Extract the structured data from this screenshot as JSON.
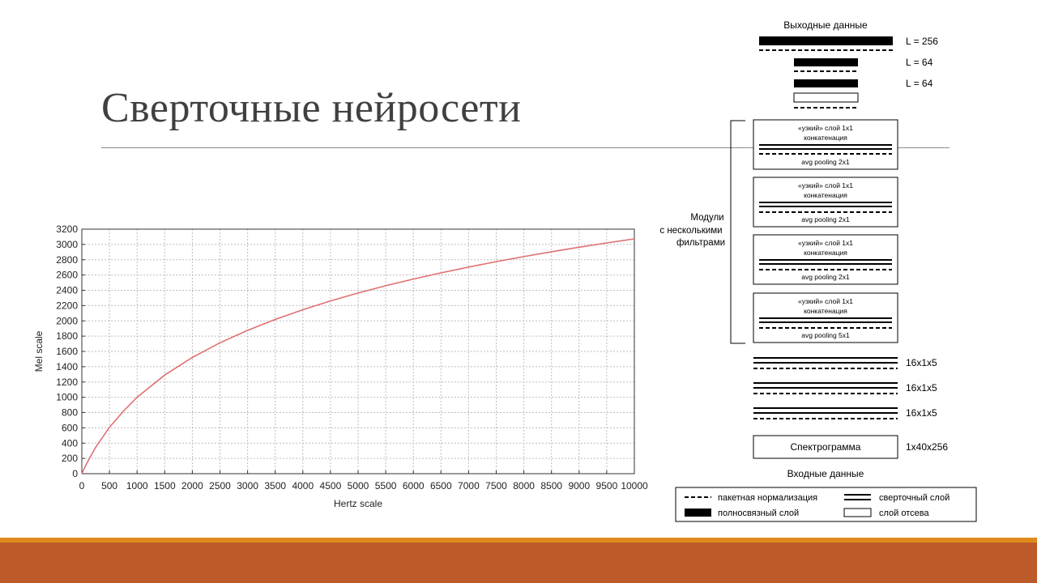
{
  "slide": {
    "title": "Сверточные нейросети",
    "footer_color": "#bc5a2a",
    "footer_accent": "#e08a1e"
  },
  "chart_data": {
    "type": "line",
    "title": "",
    "xlabel": "Hertz scale",
    "ylabel": "Mel scale",
    "xlim": [
      0,
      10000
    ],
    "ylim": [
      0,
      3200
    ],
    "xticks": [
      0,
      500,
      1000,
      1500,
      2000,
      2500,
      3000,
      3500,
      4000,
      4500,
      5000,
      5500,
      6000,
      6500,
      7000,
      7500,
      8000,
      8500,
      9000,
      9500,
      10000
    ],
    "yticks": [
      0,
      200,
      400,
      600,
      800,
      1000,
      1200,
      1400,
      1600,
      1800,
      2000,
      2200,
      2400,
      2600,
      2800,
      3000,
      3200
    ],
    "grid": true,
    "series": [
      {
        "color": "#e07070",
        "x": [
          0,
          100,
          250,
          500,
          750,
          1000,
          1500,
          2000,
          2500,
          3000,
          3500,
          4000,
          4500,
          5000,
          5500,
          6000,
          6500,
          7000,
          7500,
          8000,
          8500,
          9000,
          9500,
          10000
        ],
        "y": [
          0,
          150,
          344,
          607,
          816,
          1000,
          1291,
          1521,
          1713,
          1876,
          2019,
          2146,
          2261,
          2364,
          2459,
          2547,
          2628,
          2704,
          2775,
          2841,
          2904,
          2964,
          3020,
          3073
        ]
      }
    ]
  },
  "diagram": {
    "output_label": "Выходные данные",
    "input_label": "Входные данные",
    "dense_labels": [
      "L = 256",
      "L = 64",
      "L = 64"
    ],
    "modules_label": [
      "Модули",
      "с несколькими",
      "фильтрами"
    ],
    "modules": [
      {
        "top": "«узкий» слой 1x1",
        "mid": "конкатенация",
        "bottom": "avg pooling 2x1"
      },
      {
        "top": "«узкий» слой 1x1",
        "mid": "конкатенация",
        "bottom": "avg pooling 2x1"
      },
      {
        "top": "«узкий» слой 1x1",
        "mid": "конкатенация",
        "bottom": "avg pooling 2x1"
      },
      {
        "top": "«узкий» слой 1x1",
        "mid": "конкатенация",
        "bottom": "avg pooling 5x1"
      }
    ],
    "conv_labels": [
      "16x1x5",
      "16x1x5",
      "16x1x5"
    ],
    "spectrogram_label": "Спектрограмма",
    "spectrogram_dims": "1x40x256",
    "legend": {
      "batch_norm": "пакетная нормализация",
      "conv": "сверточный слой",
      "dense": "полносвязный слой",
      "dropout": "слой отсева"
    }
  }
}
